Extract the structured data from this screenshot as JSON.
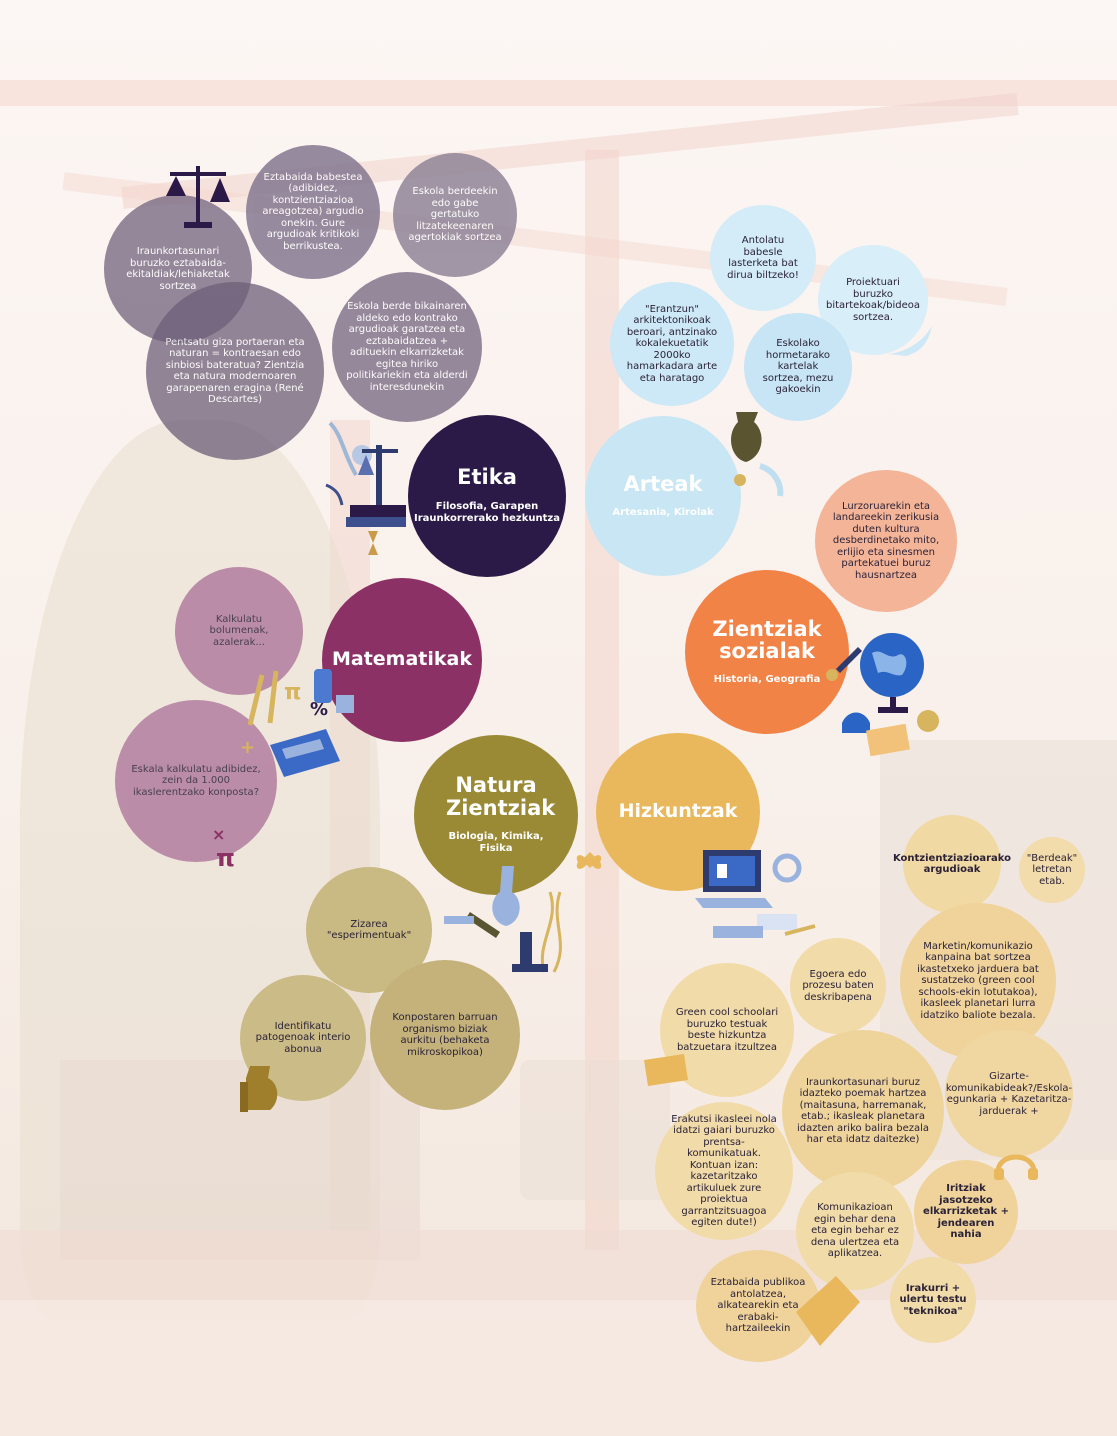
{
  "hubs": {
    "etika": {
      "title": "Etika",
      "subtitle": "Filosofia, Garapen Iraunkorrerako hezkuntza",
      "color": "#2b1a47"
    },
    "arteak": {
      "title": "Arteak",
      "subtitle": "Artesania, Kirolak",
      "color": "#c9e6f5"
    },
    "matematikak": {
      "title": "Matematikak",
      "subtitle": "",
      "color": "#8b3166"
    },
    "zientziak_sozialak": {
      "title": "Zientziak sozialak",
      "subtitle": "Historia, Geografia",
      "color": "#f28347"
    },
    "natura_zientziak": {
      "title": "Natura Zientziak",
      "subtitle": "Biologia,  Kimika, Fisika",
      "color": "#9a8a35"
    },
    "hizkuntzak": {
      "title": "Hizkuntzak",
      "subtitle": "",
      "color": "#e9b85c"
    }
  },
  "ethics_bubbles": [
    "Eztabaida babestea (adibidez, kontzientziazioa areagotzea) argudio onekin. Gure argudioak kritikoki berrikustea.",
    "Eskola berdeekin edo gabe gertatuko litzatekeenaren agertokiak sortzea",
    "Iraunkortasunari buruzko eztabaida-ekitaldiak/lehiaketak sortzea",
    "Pentsatu giza portaeran eta naturan = kontraesan edo sinbiosi bateratua? Zientzia eta natura modernoaren garapenaren eragina (René Descartes)",
    "Eskola berde bikainaren aldeko edo kontrako argudioak garatzea eta eztabaidatzea + adituekin elkarrizketak egitea hiriko politikariekin eta alderdi interesdunekin"
  ],
  "arts_bubbles": [
    "Antolatu babesle lasterketa bat dirua biltzeko!",
    "Proiektuari buruzko bitartekoak/bideoa sortzea.",
    "\"Erantzun\" arkitektonikoak beroari, antzinako kokalekuetatik 2000ko hamarkadara arte eta haratago",
    "Eskolako hormetarako kartelak sortzea, mezu gakoekin"
  ],
  "social_bubbles": [
    "Lurzoruarekin eta landareekin zerikusia duten kultura desberdinetako mito, erlijio eta sinesmen partekatuei buruz hausnartzea"
  ],
  "math_bubbles": [
    "Kalkulatu bolumenak, azalerak...",
    "Eskala kalkulatu adibidez, zein da 1.000 ikaslerentzako konposta?"
  ],
  "nature_bubbles": [
    "Zizarea \"esperimentuak\"",
    "Identifikatu patogenoak interio abonua",
    "Konpostaren barruan organismo biziak aurkitu (behaketa mikroskopikoa)"
  ],
  "language_bubbles": [
    "Kontzientziazioarako argudioak",
    "\"Berdeak\" letretan etab.",
    "Marketin/komunikazio kanpaina bat sortzea ikastetxeko jarduera bat sustatzeko (green cool schools-ekin lotutakoa), ikasleek planetari lurra idatziko baliote bezala.",
    "Egoera edo prozesu baten deskribapena",
    "Green cool schoolari buruzko testuak beste hizkuntza batzuetara itzultzea",
    "Iraunkortasunari buruz idazteko poemak hartzea (maitasuna, harremanak, etab.; ikasleak planetara idazten ariko balira bezala har eta idatz daitezke)",
    "Gizarte-komunikabideak?/Eskola-egunkaria + Kazetaritza-jarduerak +",
    "Erakutsi ikasleei nola idatzi gaiari buruzko prentsa-komunikatuak. Kontuan izan: kazetaritzako artikuluek zure proiektua garrantzitsuagoa egiten dute!)",
    "Komunikazioan egin behar dena eta egin behar ez dena ulertzea eta aplikatzea.",
    "Iritziak jasotzeko elkarrizketak + jendearen nahia",
    "Eztabaida publikoa antolatzea, alkatearekin eta erabaki-hartzaileekin",
    "Irakurri + ulertu testu \"teknikoa\""
  ],
  "colors": {
    "ethics_bubble": "#7b6d85",
    "arts_bubble": "#d3ecf8",
    "social_bubble": "#f4b497",
    "math_bubble": "#b27d9f",
    "nature_bubble": "#c9b982",
    "language_bubble": "#f1d9a3"
  }
}
